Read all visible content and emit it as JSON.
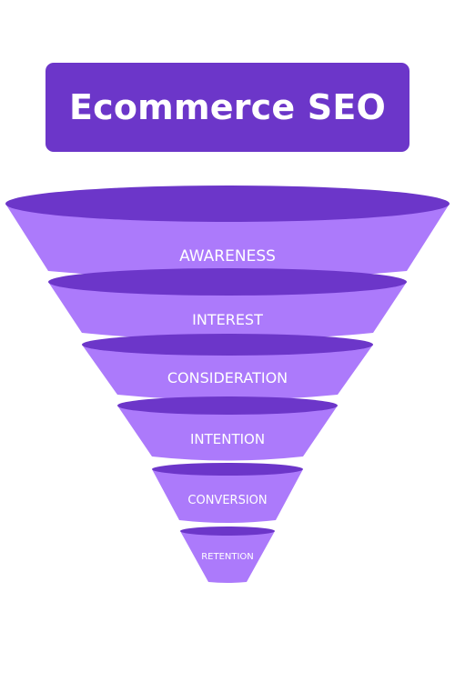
{
  "title": "Ecommerce SEO",
  "colors": {
    "title_background": "#6c36c9",
    "funnel_body": "#ac7afb",
    "funnel_rim": "#6c36c9",
    "label_text": "#ffffff",
    "page_background": "#ffffff"
  },
  "funnel": {
    "stages": [
      {
        "label": "AWARENESS"
      },
      {
        "label": "INTEREST"
      },
      {
        "label": "CONSIDERATION"
      },
      {
        "label": "INTENTION"
      },
      {
        "label": "CONVERSION"
      },
      {
        "label": "RETENTION"
      }
    ]
  }
}
